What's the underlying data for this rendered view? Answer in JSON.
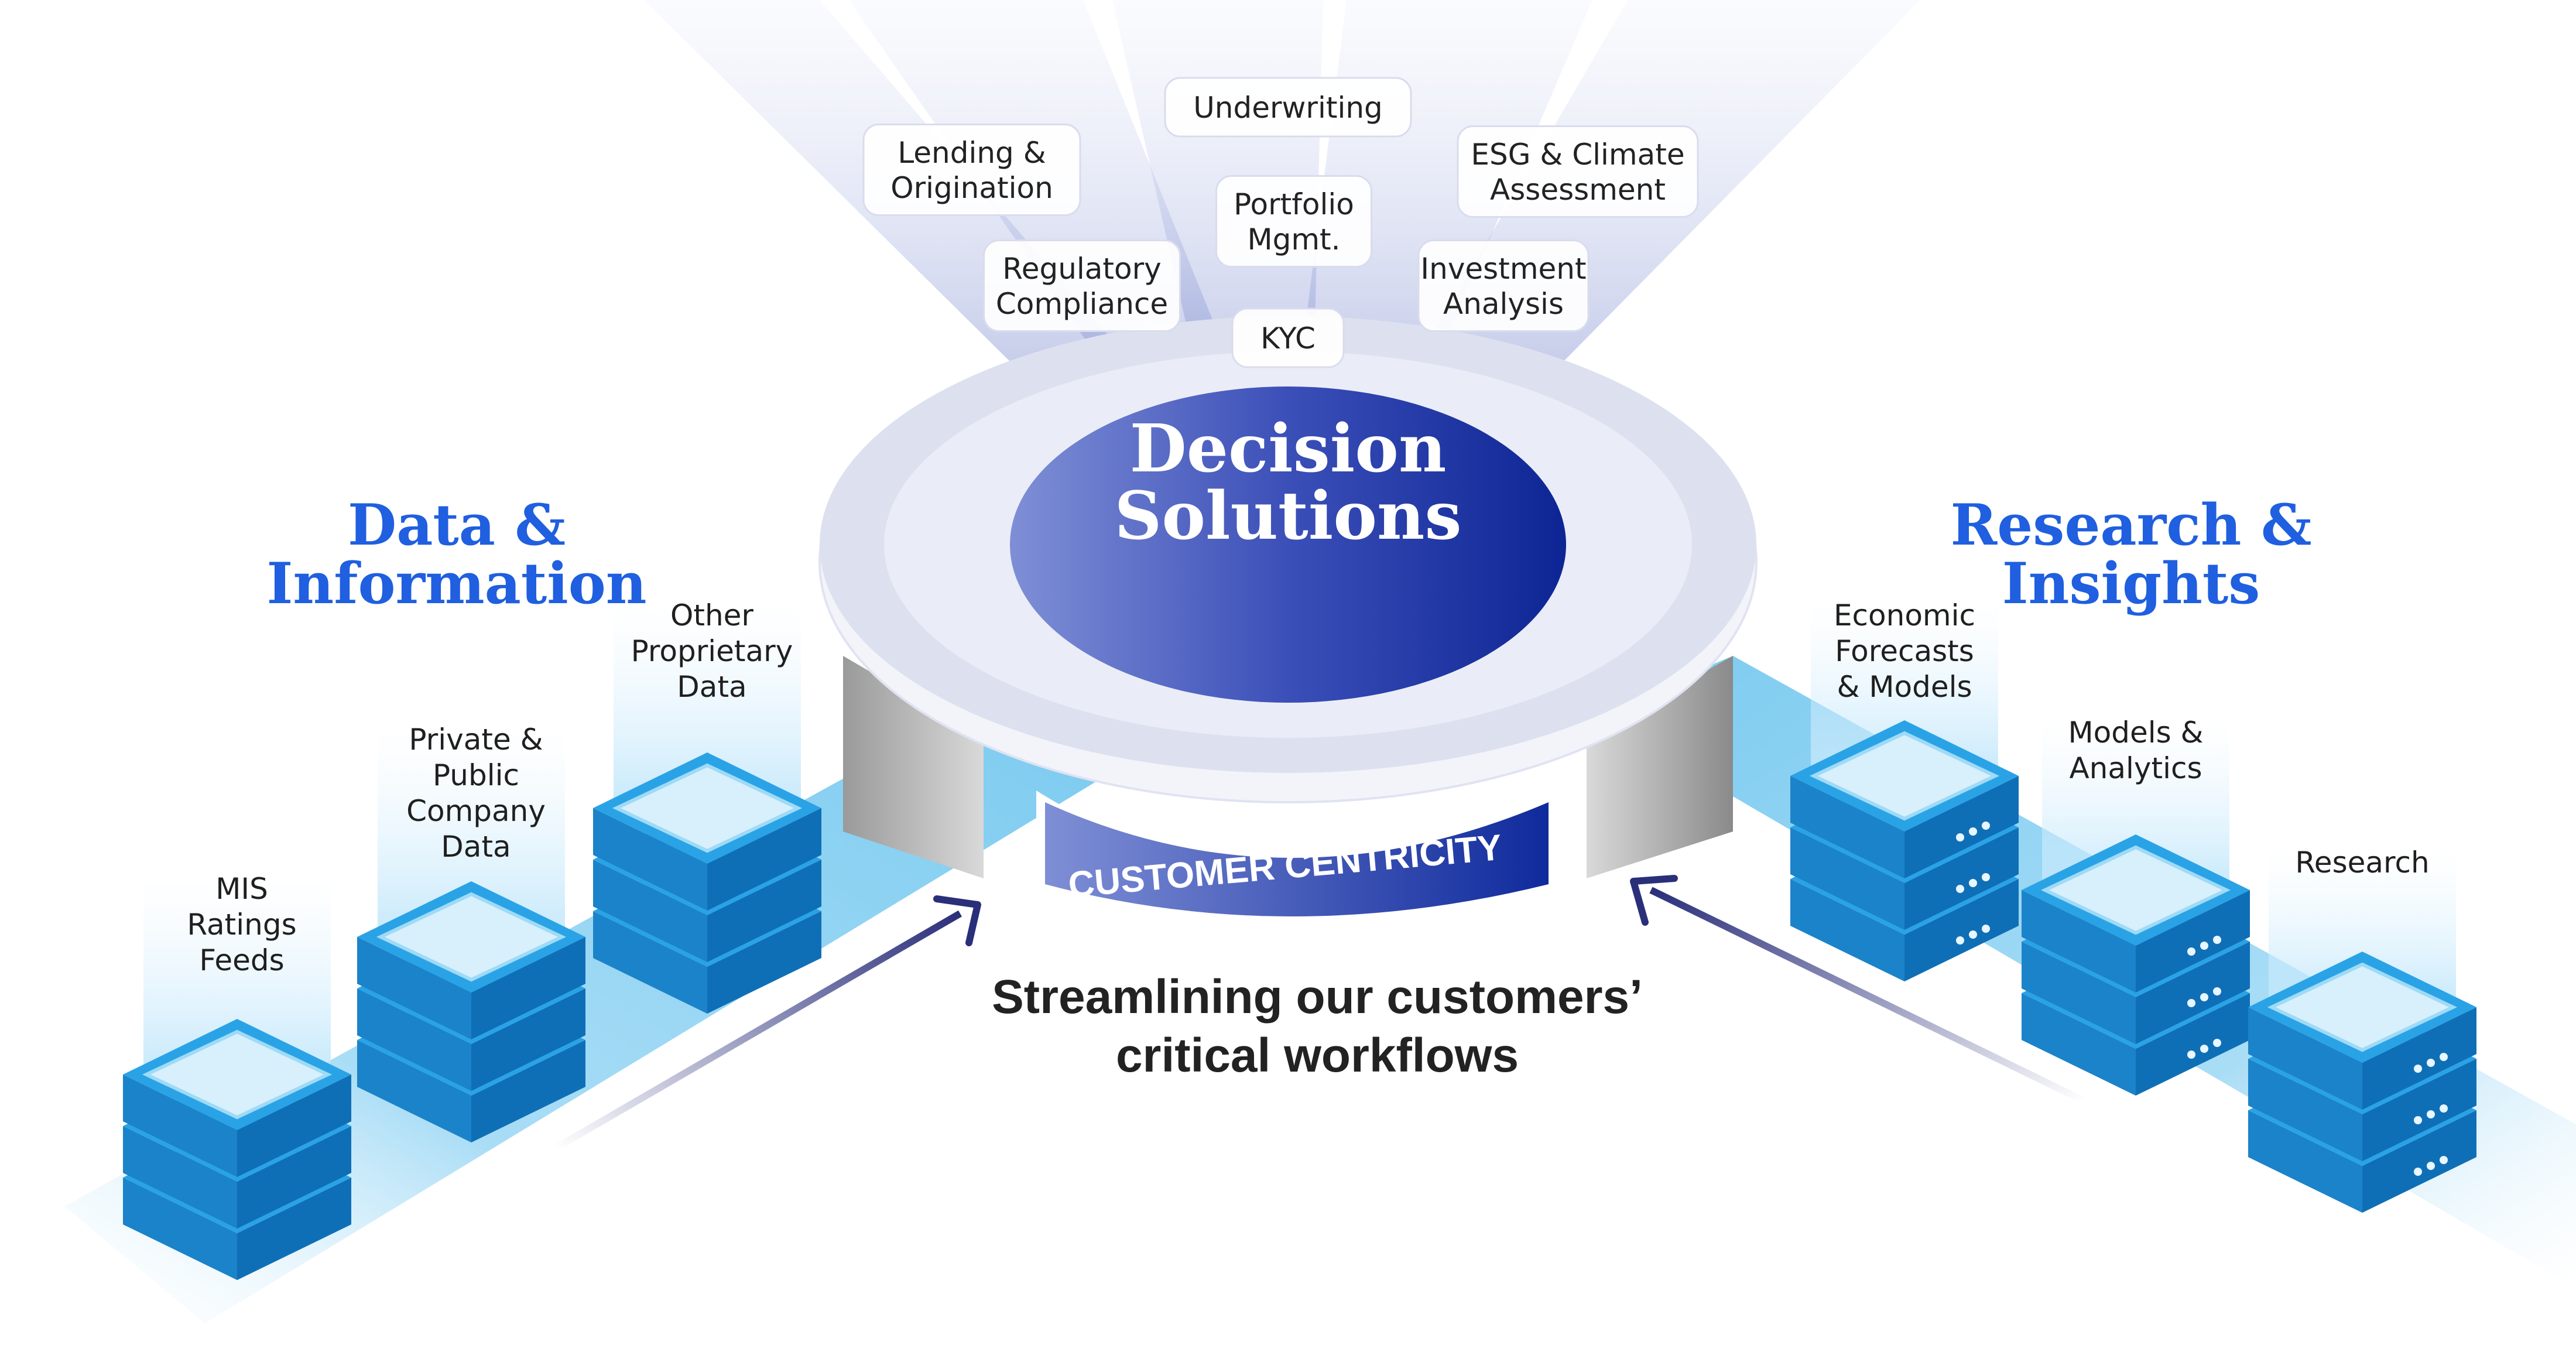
{
  "center": {
    "title_line1": "Decision",
    "title_line2": "Solutions",
    "banner": "CUSTOMER CENTRICITY"
  },
  "tagline": {
    "line1": "Streamlining our customers’",
    "line2": "critical workflows"
  },
  "workflow_pills": [
    {
      "lines": [
        "Underwriting"
      ]
    },
    {
      "lines": [
        "Lending &",
        "Origination"
      ]
    },
    {
      "lines": [
        "ESG & Climate",
        "Assessment"
      ]
    },
    {
      "lines": [
        "Portfolio",
        "Mgmt."
      ]
    },
    {
      "lines": [
        "Regulatory",
        "Compliance"
      ]
    },
    {
      "lines": [
        "Investment",
        "Analysis"
      ]
    },
    {
      "lines": [
        "KYC"
      ]
    }
  ],
  "left_section": {
    "title_line1": "Data &",
    "title_line2": "Information",
    "stacks": [
      {
        "lines": [
          "MIS",
          "Ratings",
          "Feeds"
        ]
      },
      {
        "lines": [
          "Private &",
          "Public",
          "Company",
          "Data"
        ]
      },
      {
        "lines": [
          "Other",
          "Proprietary",
          "Data"
        ]
      }
    ]
  },
  "right_section": {
    "title_line1": "Research &",
    "title_line2": "Insights",
    "stacks": [
      {
        "lines": [
          "Economic",
          "Forecasts",
          "& Models"
        ]
      },
      {
        "lines": [
          "Models &",
          "Analytics"
        ]
      },
      {
        "lines": [
          "Research"
        ]
      }
    ]
  },
  "colors": {
    "accent_blue": "#1f5fe0",
    "navy": "#1a2a8c",
    "stack_blue": "#1b8fd6",
    "conveyor": "#8fd3f4"
  }
}
